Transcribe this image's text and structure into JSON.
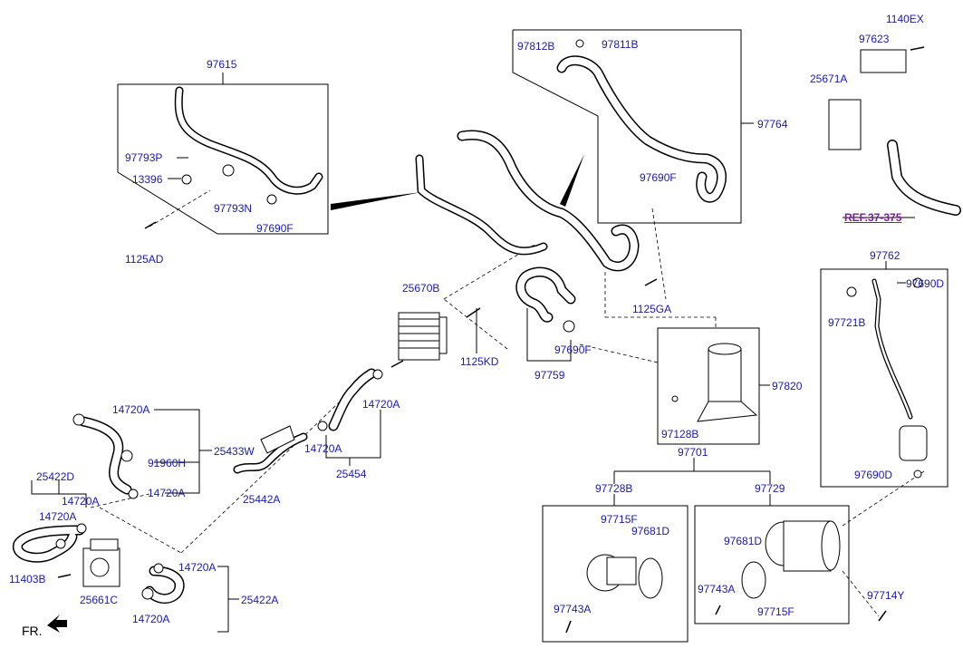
{
  "labels": {
    "p97615": "97615",
    "p97793P": "97793P",
    "p13396": "13396",
    "p97793N": "97793N",
    "p97690F_a": "97690F",
    "p1125AD": "1125AD",
    "p97812B": "97812B",
    "p97811B": "97811B",
    "p97764": "97764",
    "p97690F_b": "97690F",
    "p1125GA": "1125GA",
    "p1140EX": "1140EX",
    "p97623": "97623",
    "p25671A": "25671A",
    "pREF": "REF.37-375",
    "p97762": "97762",
    "p97690D_a": "97690D",
    "p97721B": "97721B",
    "p97690D_b": "97690D",
    "p25670B": "25670B",
    "p1125KD": "1125KD",
    "p97690F_c": "97690F",
    "p97759": "97759",
    "p97820": "97820",
    "p97128B": "97128B",
    "p97701": "97701",
    "p97728B": "97728B",
    "p97729": "97729",
    "p97715F_a": "97715F",
    "p97681D_a": "97681D",
    "p97743A_a": "97743A",
    "p97681D_b": "97681D",
    "p97743A_b": "97743A",
    "p97715F_b": "97715F",
    "p97714Y": "97714Y",
    "p14720A_1": "14720A",
    "p25433W": "25433W",
    "p91960H": "91960H",
    "p14720A_2": "14720A",
    "p14720A_3": "14720A",
    "p14720A_4": "14720A",
    "p25454": "25454",
    "p25442A": "25442A",
    "p25422D": "25422D",
    "p14720A_5": "14720A",
    "p14720A_6": "14720A",
    "p11403B": "11403B",
    "p25661C": "25661C",
    "p14720A_7": "14720A",
    "p25422A": "25422A",
    "p14720A_8": "14720A",
    "pFR": "FR."
  }
}
